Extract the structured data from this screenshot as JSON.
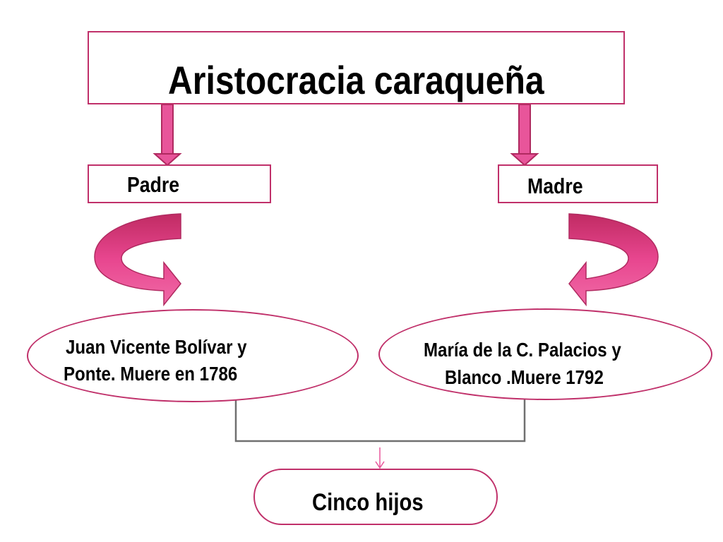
{
  "title": "Aristocracia caraqueña",
  "father": {
    "role": "Padre",
    "name_line1": "Juan Vicente Bolívar y",
    "name_line2": "Ponte. Muere en 1786"
  },
  "mother": {
    "role": "Madre",
    "name_line1": "María de la C.  Palacios y",
    "name_line2": "Blanco .Muere 1792"
  },
  "children": "Cinco hijos",
  "colors": {
    "border": "#c0306a",
    "arrow": "#e8559a",
    "connector": "#707070"
  }
}
